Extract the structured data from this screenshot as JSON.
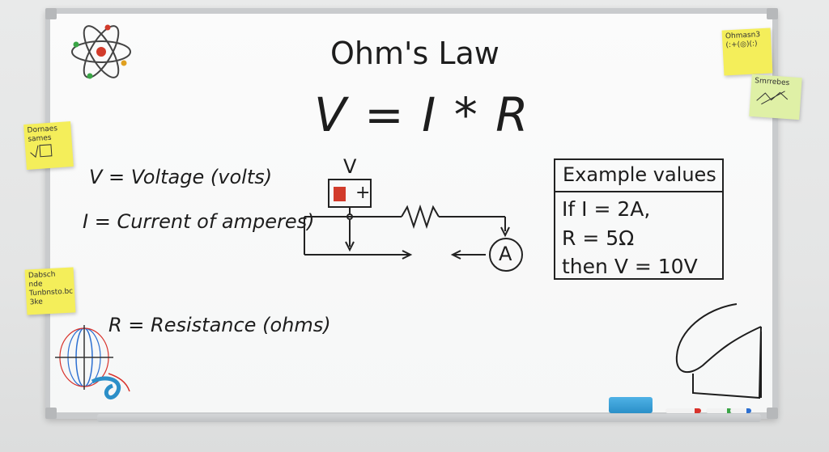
{
  "board": {
    "title": "Ohm's Law",
    "formula": "V = I * R",
    "definitions": {
      "voltage": "V = Voltage (volts)",
      "current": "I = Current of amperes)",
      "resistance": "R = Resistance (ohms)"
    },
    "circuit": {
      "voltage_label": "V",
      "battery_plus": "+",
      "ammeter_label": "A"
    },
    "example": {
      "heading": "Example values",
      "lines": [
        "If I = 2A,",
        "R = 5Ω",
        "then V = 10V"
      ]
    }
  },
  "sticky_notes": {
    "top_right": {
      "line1": "Ohmasn3",
      "line2": "(:+(◎)(:)"
    },
    "right_green": {
      "line1": "Smrrebes"
    },
    "left_upper": {
      "line1": "Dornaes",
      "line2": "sames"
    },
    "left_lower": {
      "line1": "Dabsch nde",
      "line2": "Tunbnsto.bc",
      "line3": "3ke"
    }
  },
  "colors": {
    "ink": "#1d1d1d",
    "sticky_yellow": "#f4ee5a",
    "sticky_green": "#dff0a6",
    "eraser_blue": "#3aa0d8",
    "battery_red": "#d23b2b",
    "marker_red": "#d8322b",
    "marker_blue": "#2c6fd1",
    "marker_green": "#3aa546"
  },
  "icons": [
    "atom-icon",
    "magnetic-field-icon"
  ]
}
